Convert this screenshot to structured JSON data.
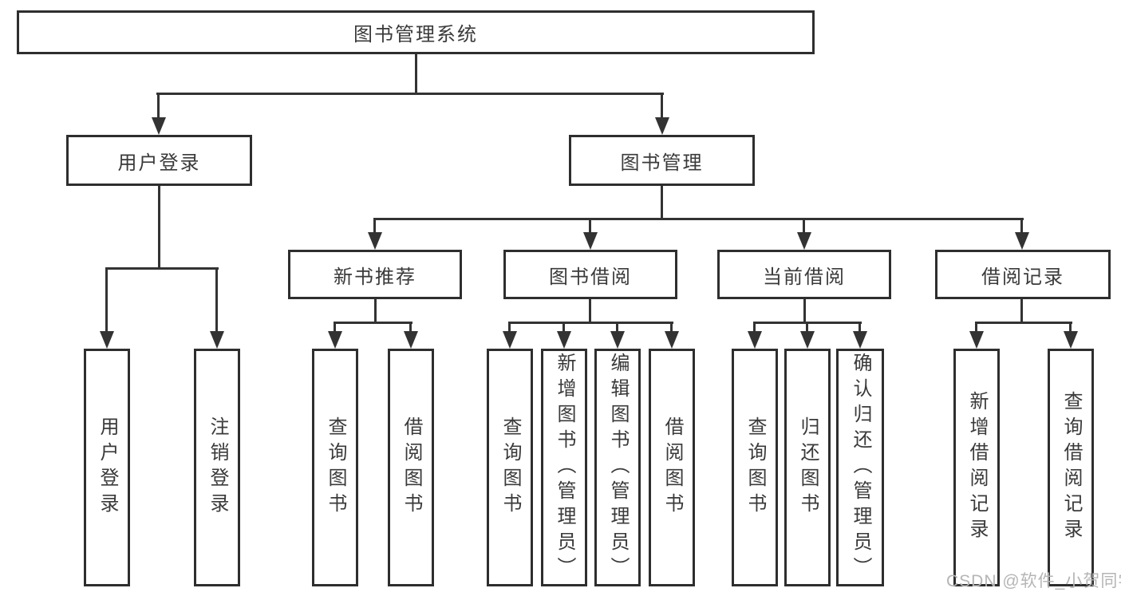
{
  "tree": {
    "root": "图书管理系统",
    "children": [
      {
        "label": "用户登录",
        "children": [
          {
            "label": "用户登录"
          },
          {
            "label": "注销登录"
          }
        ]
      },
      {
        "label": "图书管理",
        "children": [
          {
            "label": "新书推荐",
            "children": [
              {
                "label": "查询图书"
              },
              {
                "label": "借阅图书"
              }
            ]
          },
          {
            "label": "图书借阅",
            "children": [
              {
                "label": "查询图书"
              },
              {
                "label": "新增图书（管理员）"
              },
              {
                "label": "编辑图书（管理员）"
              },
              {
                "label": "借阅图书"
              }
            ]
          },
          {
            "label": "当前借阅",
            "children": [
              {
                "label": "查询图书"
              },
              {
                "label": "归还图书"
              },
              {
                "label": "确认归还（管理员）"
              }
            ]
          },
          {
            "label": "借阅记录",
            "children": [
              {
                "label": "新增借阅记录"
              },
              {
                "label": "查询借阅记录"
              }
            ]
          }
        ]
      }
    ]
  },
  "watermark": "CSDN @软件_小贺同学",
  "colors": {
    "line": "#333333",
    "border": "#2e2e2e",
    "text": "#3a3a3a",
    "watermark": "#b5b5b5"
  }
}
